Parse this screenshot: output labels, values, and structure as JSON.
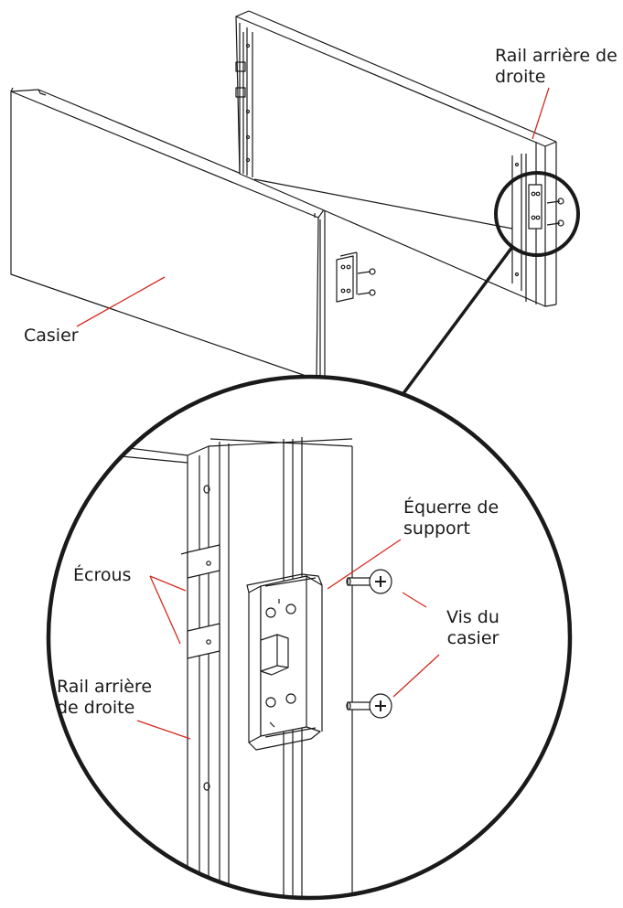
{
  "labels": {
    "rail_top": [
      "Rail arrière de",
      "droite"
    ],
    "casier": "Casier",
    "equerre": [
      "Équerre de",
      "support"
    ],
    "ecrous": "Écrous",
    "rail_bottom": [
      "Rail arrière",
      "de droite"
    ],
    "vis": [
      "Vis du",
      "casier"
    ]
  },
  "colors": {
    "line": "#1a1a1a",
    "leader": "#d42a1e",
    "fill": "#ffffff"
  }
}
